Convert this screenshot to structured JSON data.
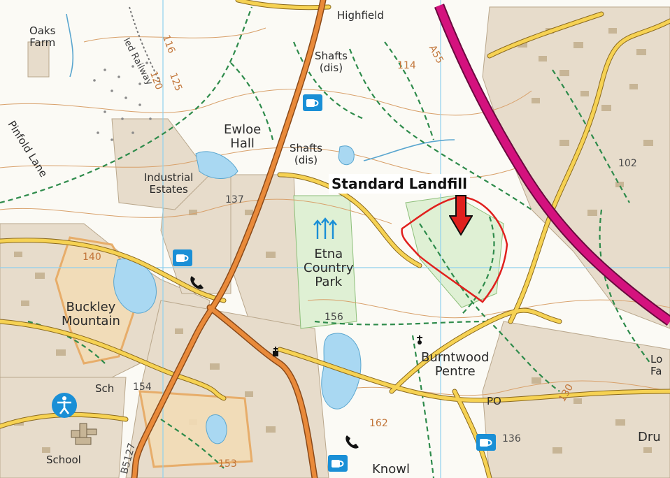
{
  "map": {
    "annotation": {
      "label": "Standard Landfill",
      "outline_color": "#e0201e",
      "arrow_color": "#e0201e"
    },
    "colors": {
      "major_road": "#e98a3a",
      "minor_road": "#f6d253",
      "motorway": "#d4127e",
      "footpath": "#2e8b4b",
      "water": "#a9d8f2",
      "grid": "#8fd0ee",
      "contour": "#d2945a",
      "built_up": "#c9b79a"
    },
    "places": {
      "oaks_farm": "Oaks\nFarm",
      "highfield": "Highfield",
      "railway": "led Railway",
      "shafts_dis_1": "Shafts\n(dis)",
      "shafts_dis_2": "Shafts\n(dis)",
      "ewloe_hall": "Ewloe\nHall",
      "pinfold_lane": "Pinfold Lane",
      "industrial_estates": "Industrial\nEstates",
      "etna_country_park": "Etna\nCountry\nPark",
      "buckley_mountain": "Buckley\nMountain",
      "burntwood_pentre": "Burntwood\nPentre",
      "sch": "Sch",
      "school": "School",
      "po": "PO",
      "knowl": "Knowl",
      "dru": "Dru",
      "lo_fa": "Lo\nFa"
    },
    "spot_heights": {
      "h114": "114",
      "h120": "120",
      "h125": "125",
      "h116": "116",
      "h137": "137",
      "h140": "140",
      "h156": "156",
      "h154": "154",
      "h162": "162",
      "h102": "102",
      "h136": "136",
      "h130": "130",
      "h153": "153"
    },
    "roads": {
      "a55": "A55",
      "b5127": "B5127"
    },
    "icons": [
      "cafe-icon",
      "telephone-icon",
      "picnic-site-icon",
      "place-of-worship-icon",
      "sports-centre-icon"
    ]
  }
}
